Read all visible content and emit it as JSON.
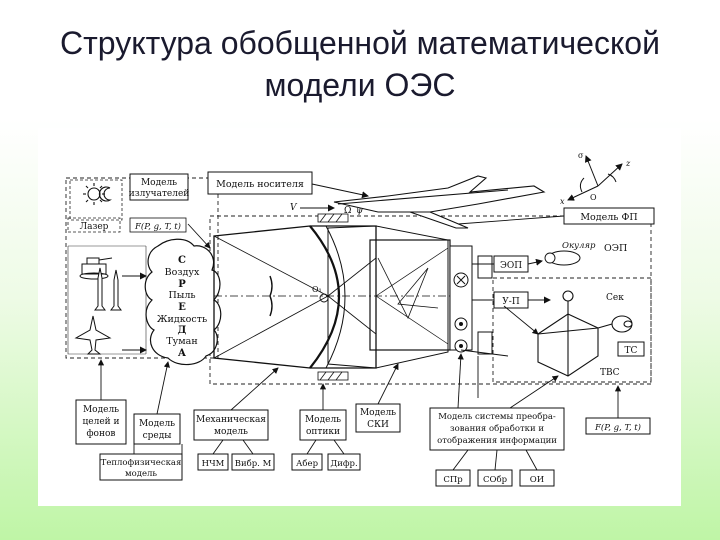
{
  "title": {
    "line1": "Структура обобщенной математической",
    "line2": "модели ОЭС"
  },
  "diagram": {
    "labels": {
      "model_emitters_1": "Модель",
      "model_emitters_2": "излучателей",
      "laser": "Лазер",
      "f_func_left": "F(P, g, T, t)",
      "model_carrier": "Модель носителя",
      "v_label": "V",
      "omega_label": "Ω",
      "psi_label": "ψ",
      "sigma_label": "σ",
      "o_label": "О",
      "z_label": "z",
      "x_label": "x",
      "model_fp": "Модель ФП",
      "oep": "ОЭП",
      "okular": "Окуляр",
      "eop": "ЭОП",
      "u_p": "У-П",
      "sek": "Сек",
      "tc": "ТС",
      "tvs": "ТВС",
      "env_c": "С",
      "env_air": "Воздух",
      "env_p": "Р",
      "env_dust": "Пыль",
      "env_e": "Е",
      "env_liquid": "Жидкость",
      "env_d": "Д",
      "env_fog": "Туман",
      "env_a": "А",
      "o1": "O₁",
      "model_targets_1": "Модель",
      "model_targets_2": "целей и",
      "model_targets_3": "фонов",
      "model_medium_1": "Модель",
      "model_medium_2": "среды",
      "mech_model_1": "Механическая",
      "mech_model_2": "модель",
      "model_optics_1": "Модель",
      "model_optics_2": "оптики",
      "model_ski_1": "Модель",
      "model_ski_2": "СКИ",
      "model_system_1": "Модель системы преобра-",
      "model_system_2": "зования обработки и",
      "model_system_3": "отображения информации",
      "f_func_right": "F(P, g, T, t)",
      "thermo_1": "Теплофизическая",
      "thermo_2": "модель",
      "nchm": "НЧМ",
      "vibr": "Вибр. М",
      "aber": "Абер",
      "difr": "Дифр.",
      "spr": "СПр",
      "sobr": "СОбр",
      "oi": "ОИ"
    }
  }
}
